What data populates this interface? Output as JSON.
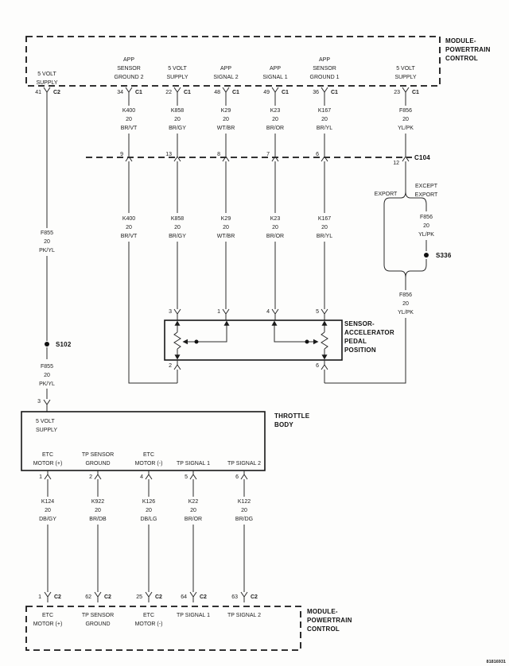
{
  "diagram_number": "81816931",
  "pcm_top": {
    "name_lines": [
      "MODULE-",
      "POWERTRAIN",
      "CONTROL"
    ],
    "pins": [
      {
        "num": "41",
        "conn": "C2",
        "label_lines": [
          "5 VOLT",
          "SUPPLY"
        ]
      },
      {
        "num": "34",
        "conn": "C1",
        "label_lines": [
          "APP",
          "SENSOR",
          "GROUND 2"
        ]
      },
      {
        "num": "22",
        "conn": "C1",
        "label_lines": [
          "5 VOLT",
          "SUPPLY"
        ]
      },
      {
        "num": "48",
        "conn": "C1",
        "label_lines": [
          "APP",
          "SIGNAL 2"
        ]
      },
      {
        "num": "49",
        "conn": "C1",
        "label_lines": [
          "APP",
          "SIGNAL 1"
        ]
      },
      {
        "num": "36",
        "conn": "C1",
        "label_lines": [
          "APP",
          "SENSOR",
          "GROUND 1"
        ]
      },
      {
        "num": "23",
        "conn": "C1",
        "label_lines": [
          "5 VOLT",
          "SUPPLY"
        ]
      }
    ]
  },
  "wires_upper": [
    {
      "circuit": "F855",
      "gauge": "20",
      "color": "PK/YL"
    },
    {
      "circuit": "K400",
      "gauge": "20",
      "color": "BR/VT"
    },
    {
      "circuit": "K858",
      "gauge": "20",
      "color": "BR/GY"
    },
    {
      "circuit": "K29",
      "gauge": "20",
      "color": "WT/BR"
    },
    {
      "circuit": "K23",
      "gauge": "20",
      "color": "BR/OR"
    },
    {
      "circuit": "K167",
      "gauge": "20",
      "color": "BR/YL"
    },
    {
      "circuit": "F856",
      "gauge": "20",
      "color": "YL/PK"
    }
  ],
  "c104": {
    "label": "C104",
    "pins": [
      "9",
      "13",
      "8",
      "7",
      "6",
      "12"
    ]
  },
  "branch": {
    "left_label": "EXPORT",
    "right_label_lines": [
      "EXCEPT",
      "EXPORT"
    ]
  },
  "splices": {
    "s102": "S102",
    "s336": "S336"
  },
  "app_sensor": {
    "name_lines": [
      "SENSOR-",
      "ACCELERATOR",
      "PEDAL",
      "POSITION"
    ],
    "top_pins": [
      "3",
      "1",
      "4",
      "5"
    ],
    "bottom_pins": [
      "2",
      "6"
    ]
  },
  "throttle_body": {
    "name_lines": [
      "THROTTLE",
      "BODY"
    ],
    "supply_label_lines": [
      "5 VOLT",
      "SUPPLY"
    ],
    "top_pin": "3",
    "bottom_pins": [
      {
        "num": "1",
        "label_lines": [
          "ETC",
          "MOTOR (+)"
        ]
      },
      {
        "num": "2",
        "label_lines": [
          "TP SENSOR",
          "GROUND"
        ]
      },
      {
        "num": "4",
        "label_lines": [
          "ETC",
          "MOTOR (-)"
        ]
      },
      {
        "num": "5",
        "label_lines": [
          "TP SIGNAL 1"
        ]
      },
      {
        "num": "6",
        "label_lines": [
          "TP SIGNAL 2"
        ]
      }
    ]
  },
  "wires_lower": [
    {
      "circuit": "K124",
      "gauge": "20",
      "color": "DB/GY"
    },
    {
      "circuit": "K922",
      "gauge": "20",
      "color": "BR/DB"
    },
    {
      "circuit": "K126",
      "gauge": "20",
      "color": "DB/LG"
    },
    {
      "circuit": "K22",
      "gauge": "20",
      "color": "BR/OR"
    },
    {
      "circuit": "K122",
      "gauge": "20",
      "color": "BR/DG"
    }
  ],
  "pcm_bottom": {
    "name_lines": [
      "MODULE-",
      "POWERTRAIN",
      "CONTROL"
    ],
    "pins": [
      {
        "num": "1",
        "conn": "C2",
        "label_lines": [
          "ETC",
          "MOTOR (+)"
        ]
      },
      {
        "num": "62",
        "conn": "C2",
        "label_lines": [
          "TP SENSOR",
          "GROUND"
        ]
      },
      {
        "num": "25",
        "conn": "C2",
        "label_lines": [
          "ETC",
          "MOTOR (-)"
        ]
      },
      {
        "num": "64",
        "conn": "C2",
        "label_lines": [
          "TP SIGNAL 1"
        ]
      },
      {
        "num": "63",
        "conn": "C2",
        "label_lines": [
          "TP SIGNAL 2"
        ]
      }
    ]
  }
}
